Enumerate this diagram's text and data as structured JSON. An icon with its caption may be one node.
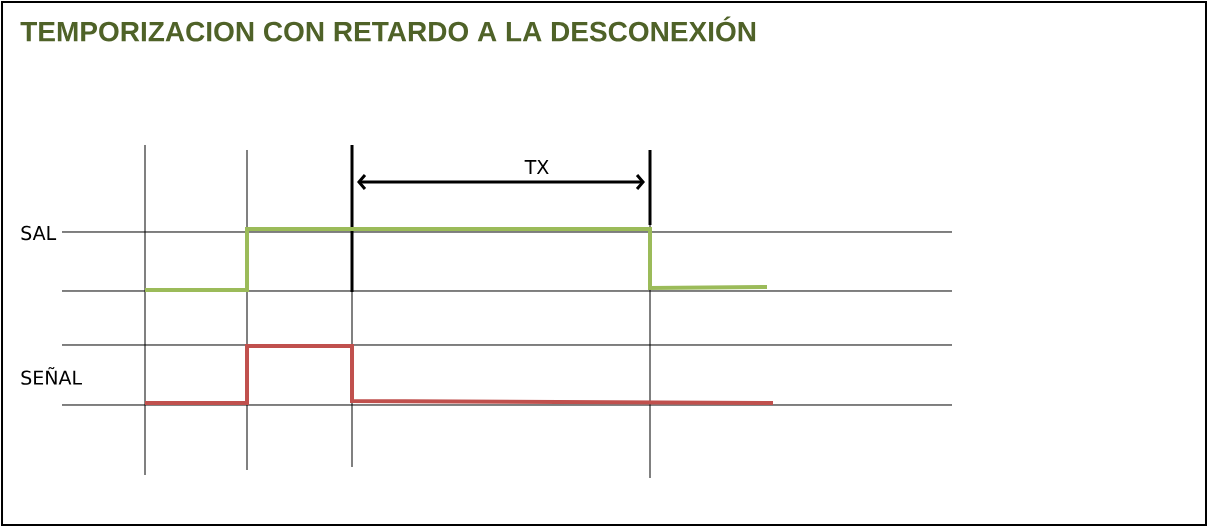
{
  "diagram": {
    "title": "TEMPORIZACION CON RETARDO A LA DESCONEXIÓN",
    "labels": [
      "TX",
      "SAL",
      "SEÑAL"
    ]
  }
}
